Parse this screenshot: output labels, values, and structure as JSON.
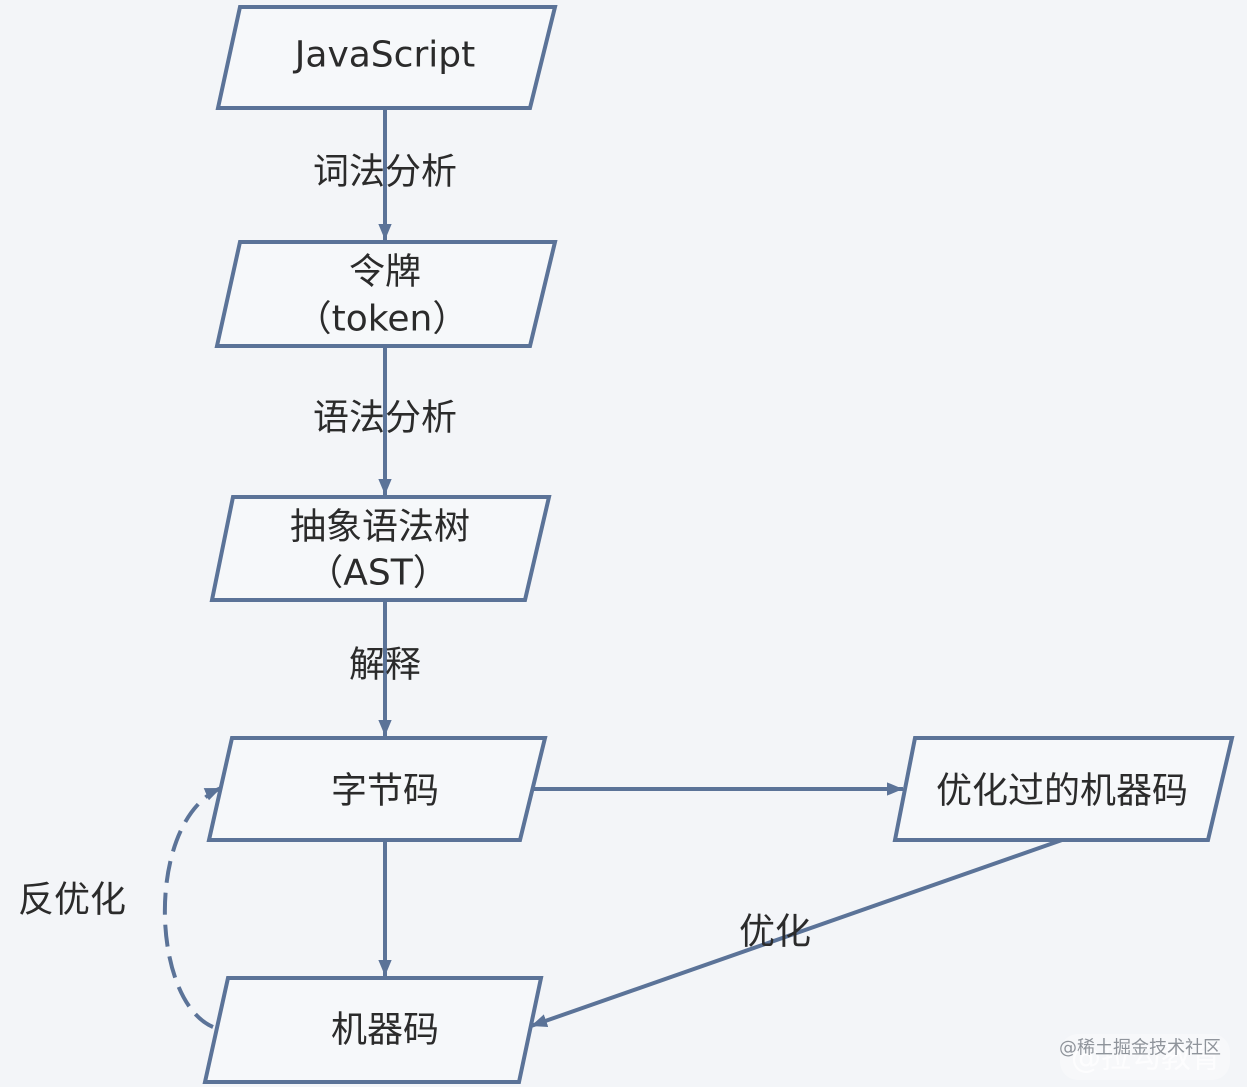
{
  "nodes": {
    "javascript": {
      "label": "JavaScript"
    },
    "token": {
      "line1": "令牌",
      "line2": "（token）"
    },
    "ast": {
      "line1": "抽象语法树",
      "line2": "（AST）"
    },
    "bytecode": {
      "label": "字节码"
    },
    "optimized": {
      "label": "优化过的机器码"
    },
    "machine": {
      "label": "机器码"
    }
  },
  "edges": {
    "lexical": "词法分析",
    "syntax": "语法分析",
    "interpret": "解释",
    "optimize": "优化",
    "deoptimize": "反优化"
  },
  "watermark": {
    "primary": "@稀土掘金技术社区",
    "secondary": "@拉勾教育"
  },
  "colors": {
    "background": "#f3f5f8",
    "shape_stroke": "#5b7398",
    "shape_fill": "#f6f8fa",
    "text": "#2b2b2b"
  }
}
